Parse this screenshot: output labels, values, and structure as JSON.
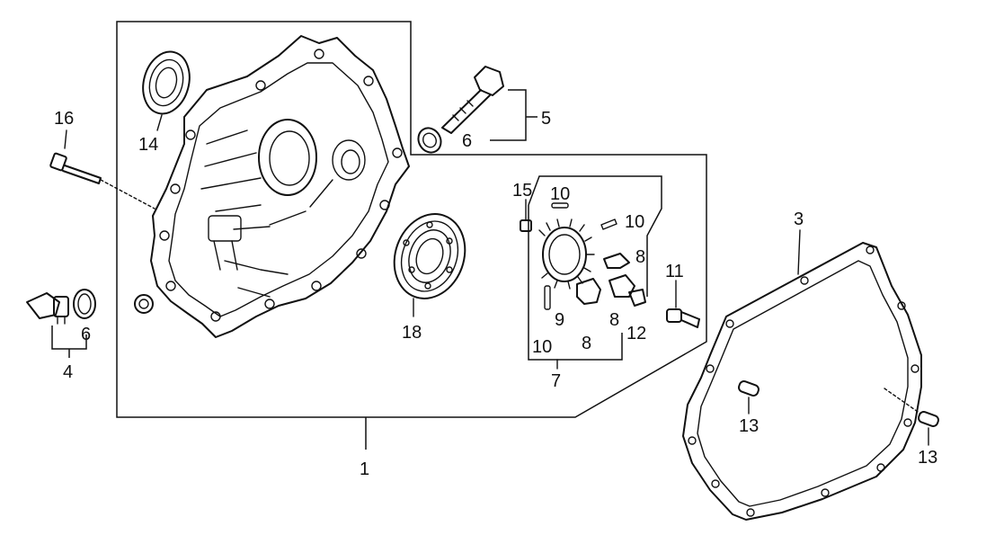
{
  "diagram": {
    "callouts": {
      "p1": "1",
      "p3": "3",
      "p4": "4",
      "p5": "5",
      "p6a": "6",
      "p6b": "6",
      "p7": "7",
      "p8a": "8",
      "p8b": "8",
      "p8c": "8",
      "p9": "9",
      "p10a": "10",
      "p10b": "10",
      "p10c": "10",
      "p11": "11",
      "p12": "12",
      "p13a": "13",
      "p13b": "13",
      "p14": "14",
      "p15": "15",
      "p16": "16",
      "p18": "18"
    }
  }
}
